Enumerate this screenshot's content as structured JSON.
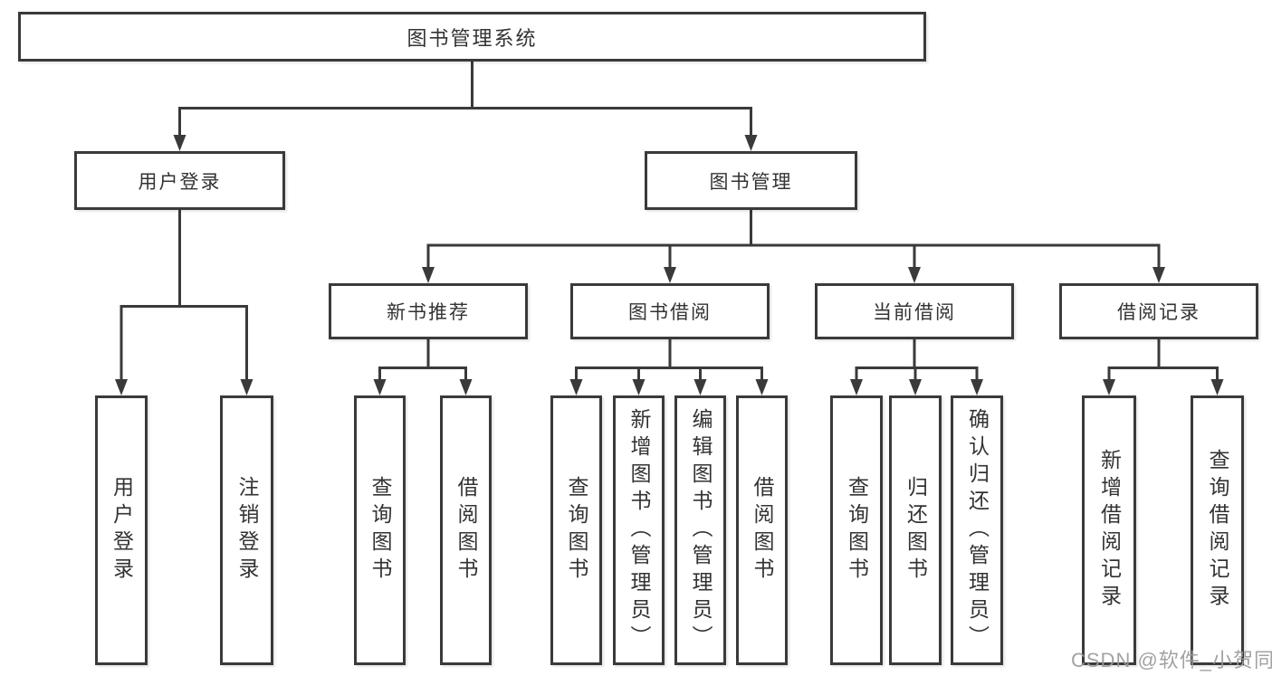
{
  "diagram": {
    "root": "图书管理系统",
    "user_login": {
      "label": "用户登录",
      "leaves": [
        "用户登录",
        "注销登录"
      ]
    },
    "book_management": {
      "label": "图书管理",
      "sections": [
        {
          "label": "新书推荐",
          "leaves": [
            "查询图书",
            "借阅图书"
          ]
        },
        {
          "label": "图书借阅",
          "leaves": [
            "查询图书",
            "新增图书（管理员）",
            "编辑图书（管理员）",
            "借阅图书"
          ]
        },
        {
          "label": "当前借阅",
          "leaves": [
            "查询图书",
            "归还图书",
            "确认归还（管理员）"
          ]
        },
        {
          "label": "借阅记录",
          "leaves": [
            "新增借阅记录",
            "查询借阅记录"
          ]
        }
      ]
    }
  },
  "watermark": "CSDN @软件_小贺同学",
  "colors": {
    "line": "#3a3a3a",
    "text": "#333333",
    "watermark": "#9a9a9a",
    "background": "#ffffff"
  }
}
